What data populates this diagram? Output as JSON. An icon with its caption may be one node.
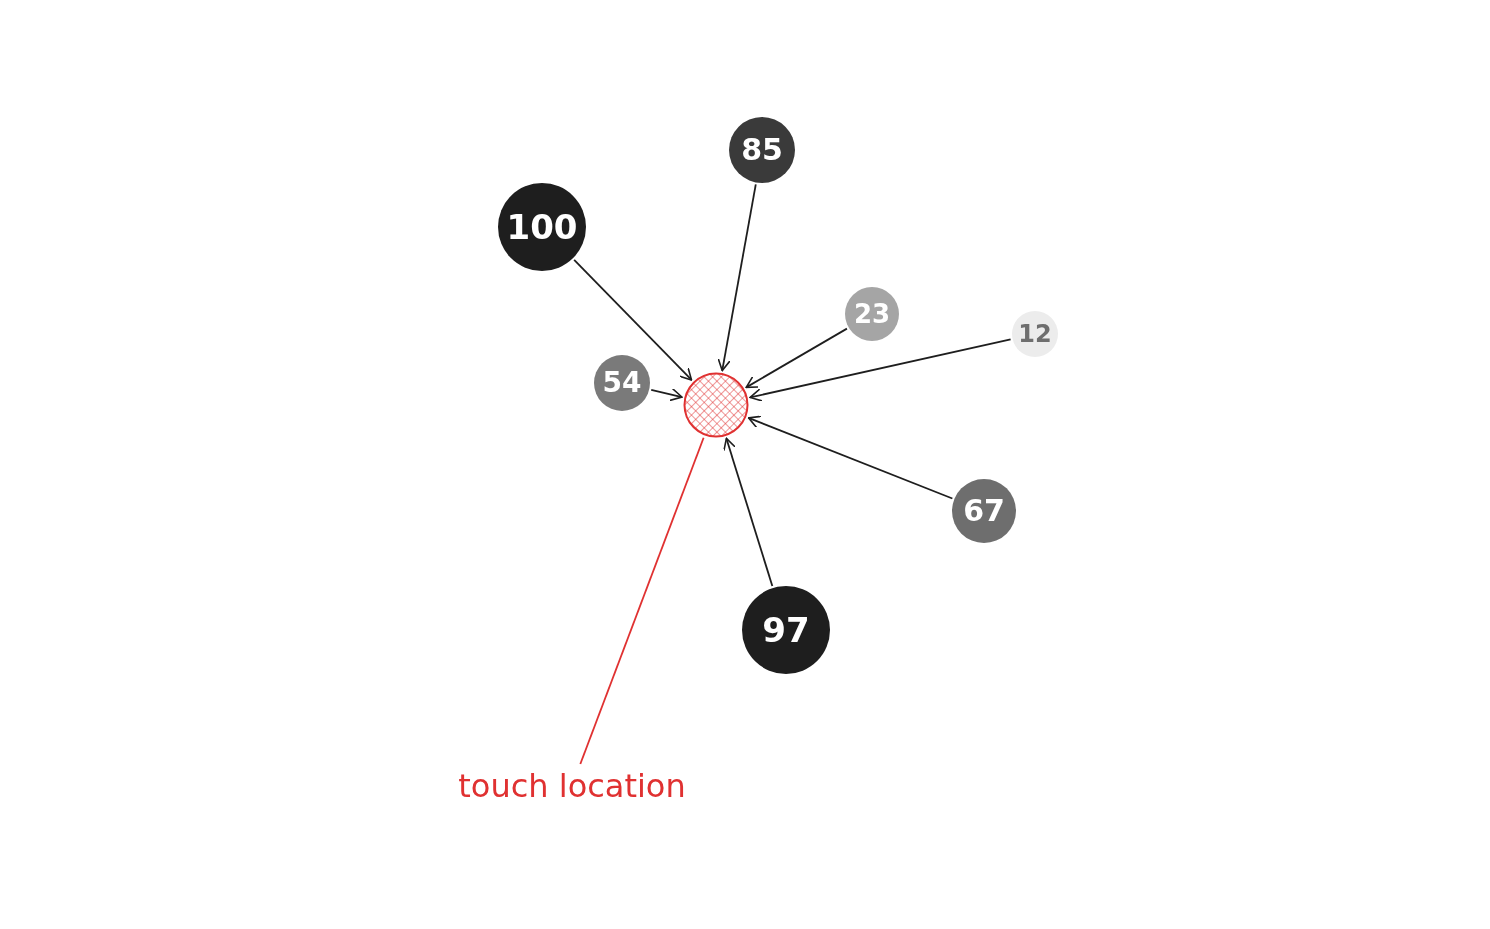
{
  "diagram": {
    "nodes": [
      {
        "text": [
          "100"
        ]
      },
      {
        "text": [
          "85"
        ]
      },
      {
        "text": [
          "23"
        ]
      },
      {
        "text": [
          "12"
        ]
      },
      {
        "text": [
          "54"
        ]
      },
      {
        "text": [],
        "shape": "circle"
      },
      {
        "text": [
          "67"
        ]
      },
      {
        "text": [
          "97"
        ]
      },
      {
        "text": [
          "touch location"
        ]
      }
    ],
    "edges": [
      {
        "from": 0,
        "to": 5,
        "arrow": "to"
      },
      {
        "from": 1,
        "to": 5,
        "arrow": "to"
      },
      {
        "from": 2,
        "to": 5,
        "arrow": "to"
      },
      {
        "from": 3,
        "to": 5,
        "arrow": "to"
      },
      {
        "from": 4,
        "to": 5,
        "arrow": "to"
      },
      {
        "from": 6,
        "to": 5,
        "arrow": "to"
      },
      {
        "from": 7,
        "to": 5,
        "arrow": "to"
      },
      {
        "from": 8,
        "to": 5,
        "arrow": "none",
        "color": "#e03131"
      }
    ]
  }
}
